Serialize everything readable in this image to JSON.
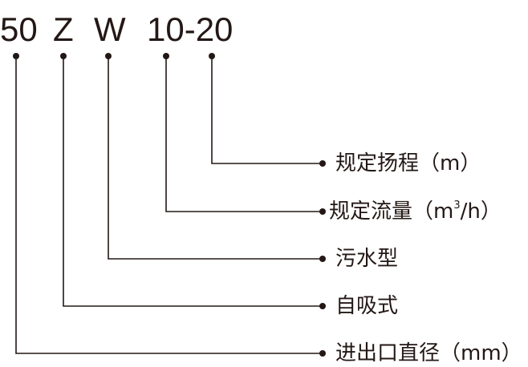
{
  "model_code": {
    "parts": [
      "50",
      "Z",
      "W",
      "10-20"
    ],
    "part_last": "20"
  },
  "legend": [
    {
      "text": "规定扬程（m）"
    },
    {
      "prefix": "规定流量（m",
      "sup": "3",
      "suffix": "/h）"
    },
    {
      "text": "污水型"
    },
    {
      "text": "自吸式"
    },
    {
      "text": "进出口直径（mm）"
    }
  ],
  "colors": {
    "ink": "#231815"
  }
}
